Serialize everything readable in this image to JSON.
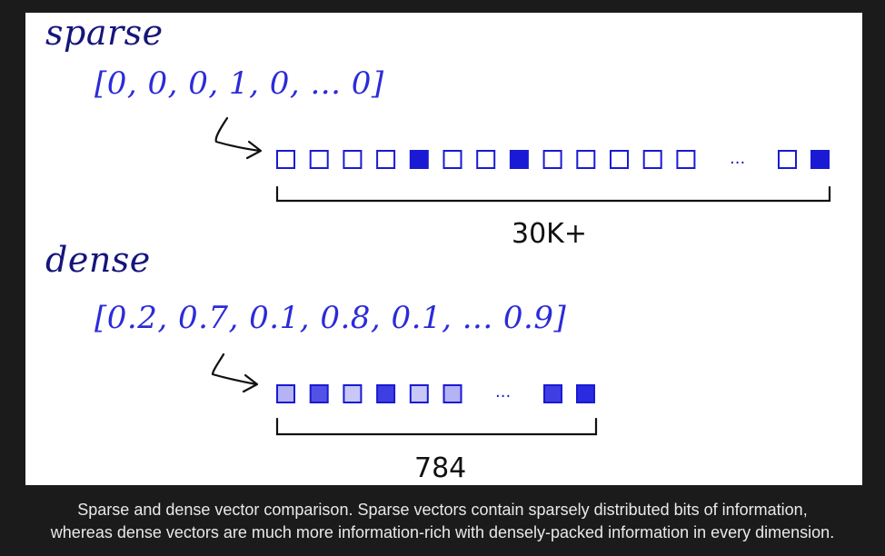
{
  "sparse": {
    "title": "sparse",
    "vector_text": "[0, 0, 0, 1, 0, ... 0]",
    "cells": [
      0,
      0,
      0,
      0,
      1,
      0,
      0,
      1,
      0,
      0,
      0,
      0,
      0
    ],
    "tail_cells": [
      0,
      1
    ],
    "ellipsis": "...",
    "count_label": "30K+"
  },
  "dense": {
    "title": "dense",
    "vector_text": "[0.2, 0.7, 0.1, 0.8, 0.1, ... 0.9]",
    "cells": [
      0.2,
      0.7,
      0.1,
      0.8,
      0.1,
      0.2
    ],
    "tail_cells": [
      0.8,
      0.9
    ],
    "ellipsis": "...",
    "count_label": "784"
  },
  "colors": {
    "cell_stroke": "#1a1ad4",
    "cell_fill": "#1a1ad4",
    "dense_light": "#c8c8f7",
    "dense_dark": "#2a2ae0",
    "bracket": "#111111",
    "arrow": "#111111"
  },
  "caption": {
    "line1": "Sparse and dense vector comparison. Sparse vectors contain sparsely distributed bits of information,",
    "line2": "whereas dense vectors are much more information-rich with densely-packed information in every dimension."
  }
}
